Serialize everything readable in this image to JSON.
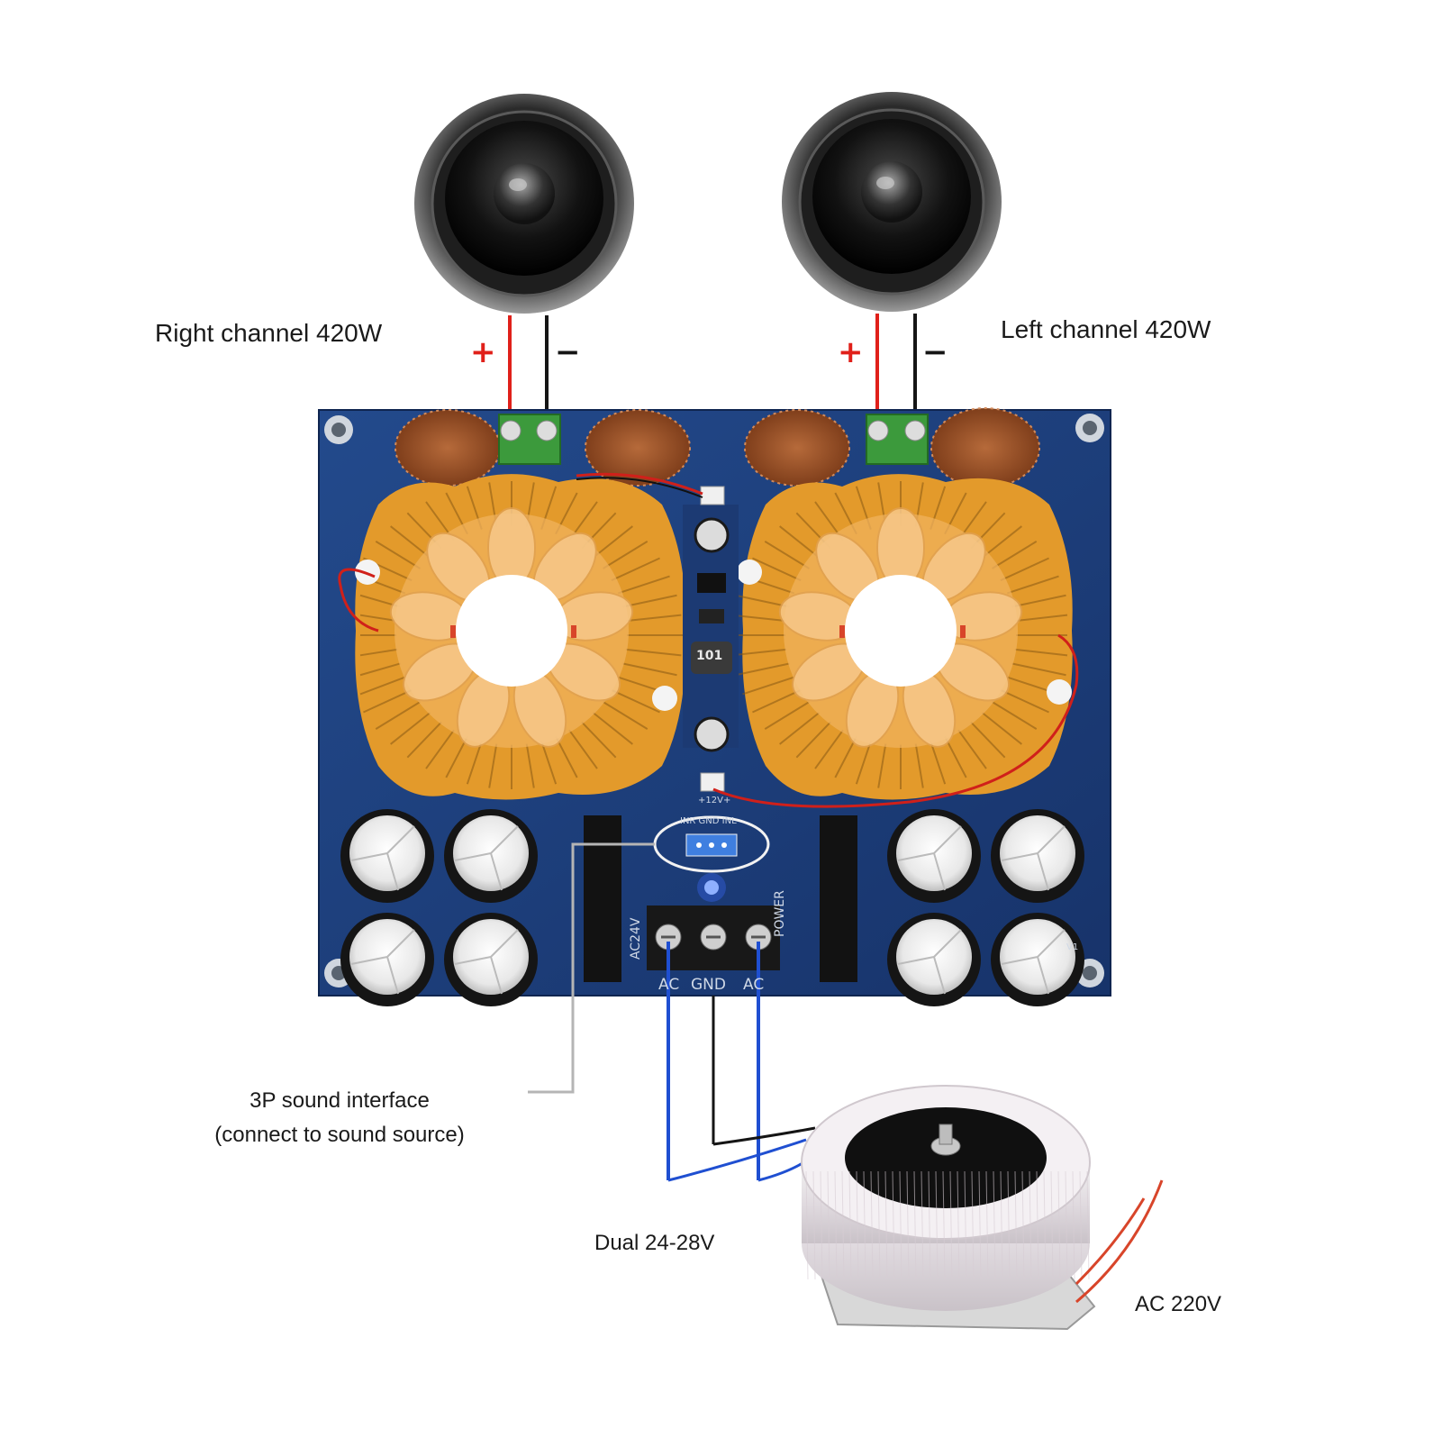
{
  "labels": {
    "right_channel": "Right channel 420W",
    "left_channel": "Left channel 420W",
    "sound_interface_line1": "3P sound interface",
    "sound_interface_line2": "(connect to sound source)",
    "dual_voltage": "Dual 24-28V",
    "ac_input": "AC 220V"
  },
  "terminals": {
    "plus": "+",
    "minus": "−"
  },
  "board_text": {
    "ac": "AC",
    "gnd": "GND",
    "ac2": "AC",
    "power": "POWER",
    "ac24v": "AC24V",
    "inductor": "101",
    "fan_volt": "+12V+",
    "jack": "INR GND INL",
    "version": "V1"
  },
  "colors": {
    "board": "#1d3f7a",
    "heatsink": "#e39a2b",
    "wire_positive": "#e0201a",
    "wire_negative": "#151515",
    "wire_ac": "#1f4fd1",
    "leader_line": "#b5b5b5",
    "led": "#3b6bff"
  }
}
